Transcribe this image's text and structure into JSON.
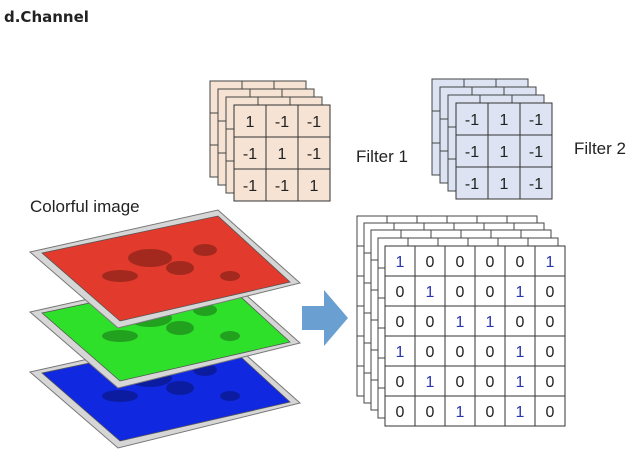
{
  "title": "d.Channel",
  "colorful_image_label": "Colorful image",
  "filter1": {
    "label": "Filter 1",
    "fill": "#f6e3d4",
    "grid": [
      [
        "1",
        "-1",
        "-1"
      ],
      [
        "-1",
        "1",
        "-1"
      ],
      [
        "-1",
        "-1",
        "1"
      ]
    ]
  },
  "filter2": {
    "label": "Filter 2",
    "fill": "#dde3f3",
    "grid": [
      [
        "-1",
        "1",
        "-1"
      ],
      [
        "-1",
        "1",
        "-1"
      ],
      [
        "-1",
        "1",
        "-1"
      ]
    ]
  },
  "channels": [
    {
      "name": "red",
      "color": "#e23a2c"
    },
    {
      "name": "green",
      "color": "#2fe02a"
    },
    {
      "name": "blue",
      "color": "#1028e0"
    }
  ],
  "arrow_color": "#6a9fd1",
  "output_matrix": [
    [
      "1",
      "0",
      "0",
      "0",
      "0",
      "1"
    ],
    [
      "0",
      "1",
      "0",
      "0",
      "1",
      "0"
    ],
    [
      "0",
      "0",
      "1",
      "1",
      "0",
      "0"
    ],
    [
      "1",
      "0",
      "0",
      "0",
      "1",
      "0"
    ],
    [
      "0",
      "1",
      "0",
      "0",
      "1",
      "0"
    ],
    [
      "0",
      "0",
      "1",
      "0",
      "1",
      "0"
    ]
  ],
  "highlight_color": "#2a36b0"
}
